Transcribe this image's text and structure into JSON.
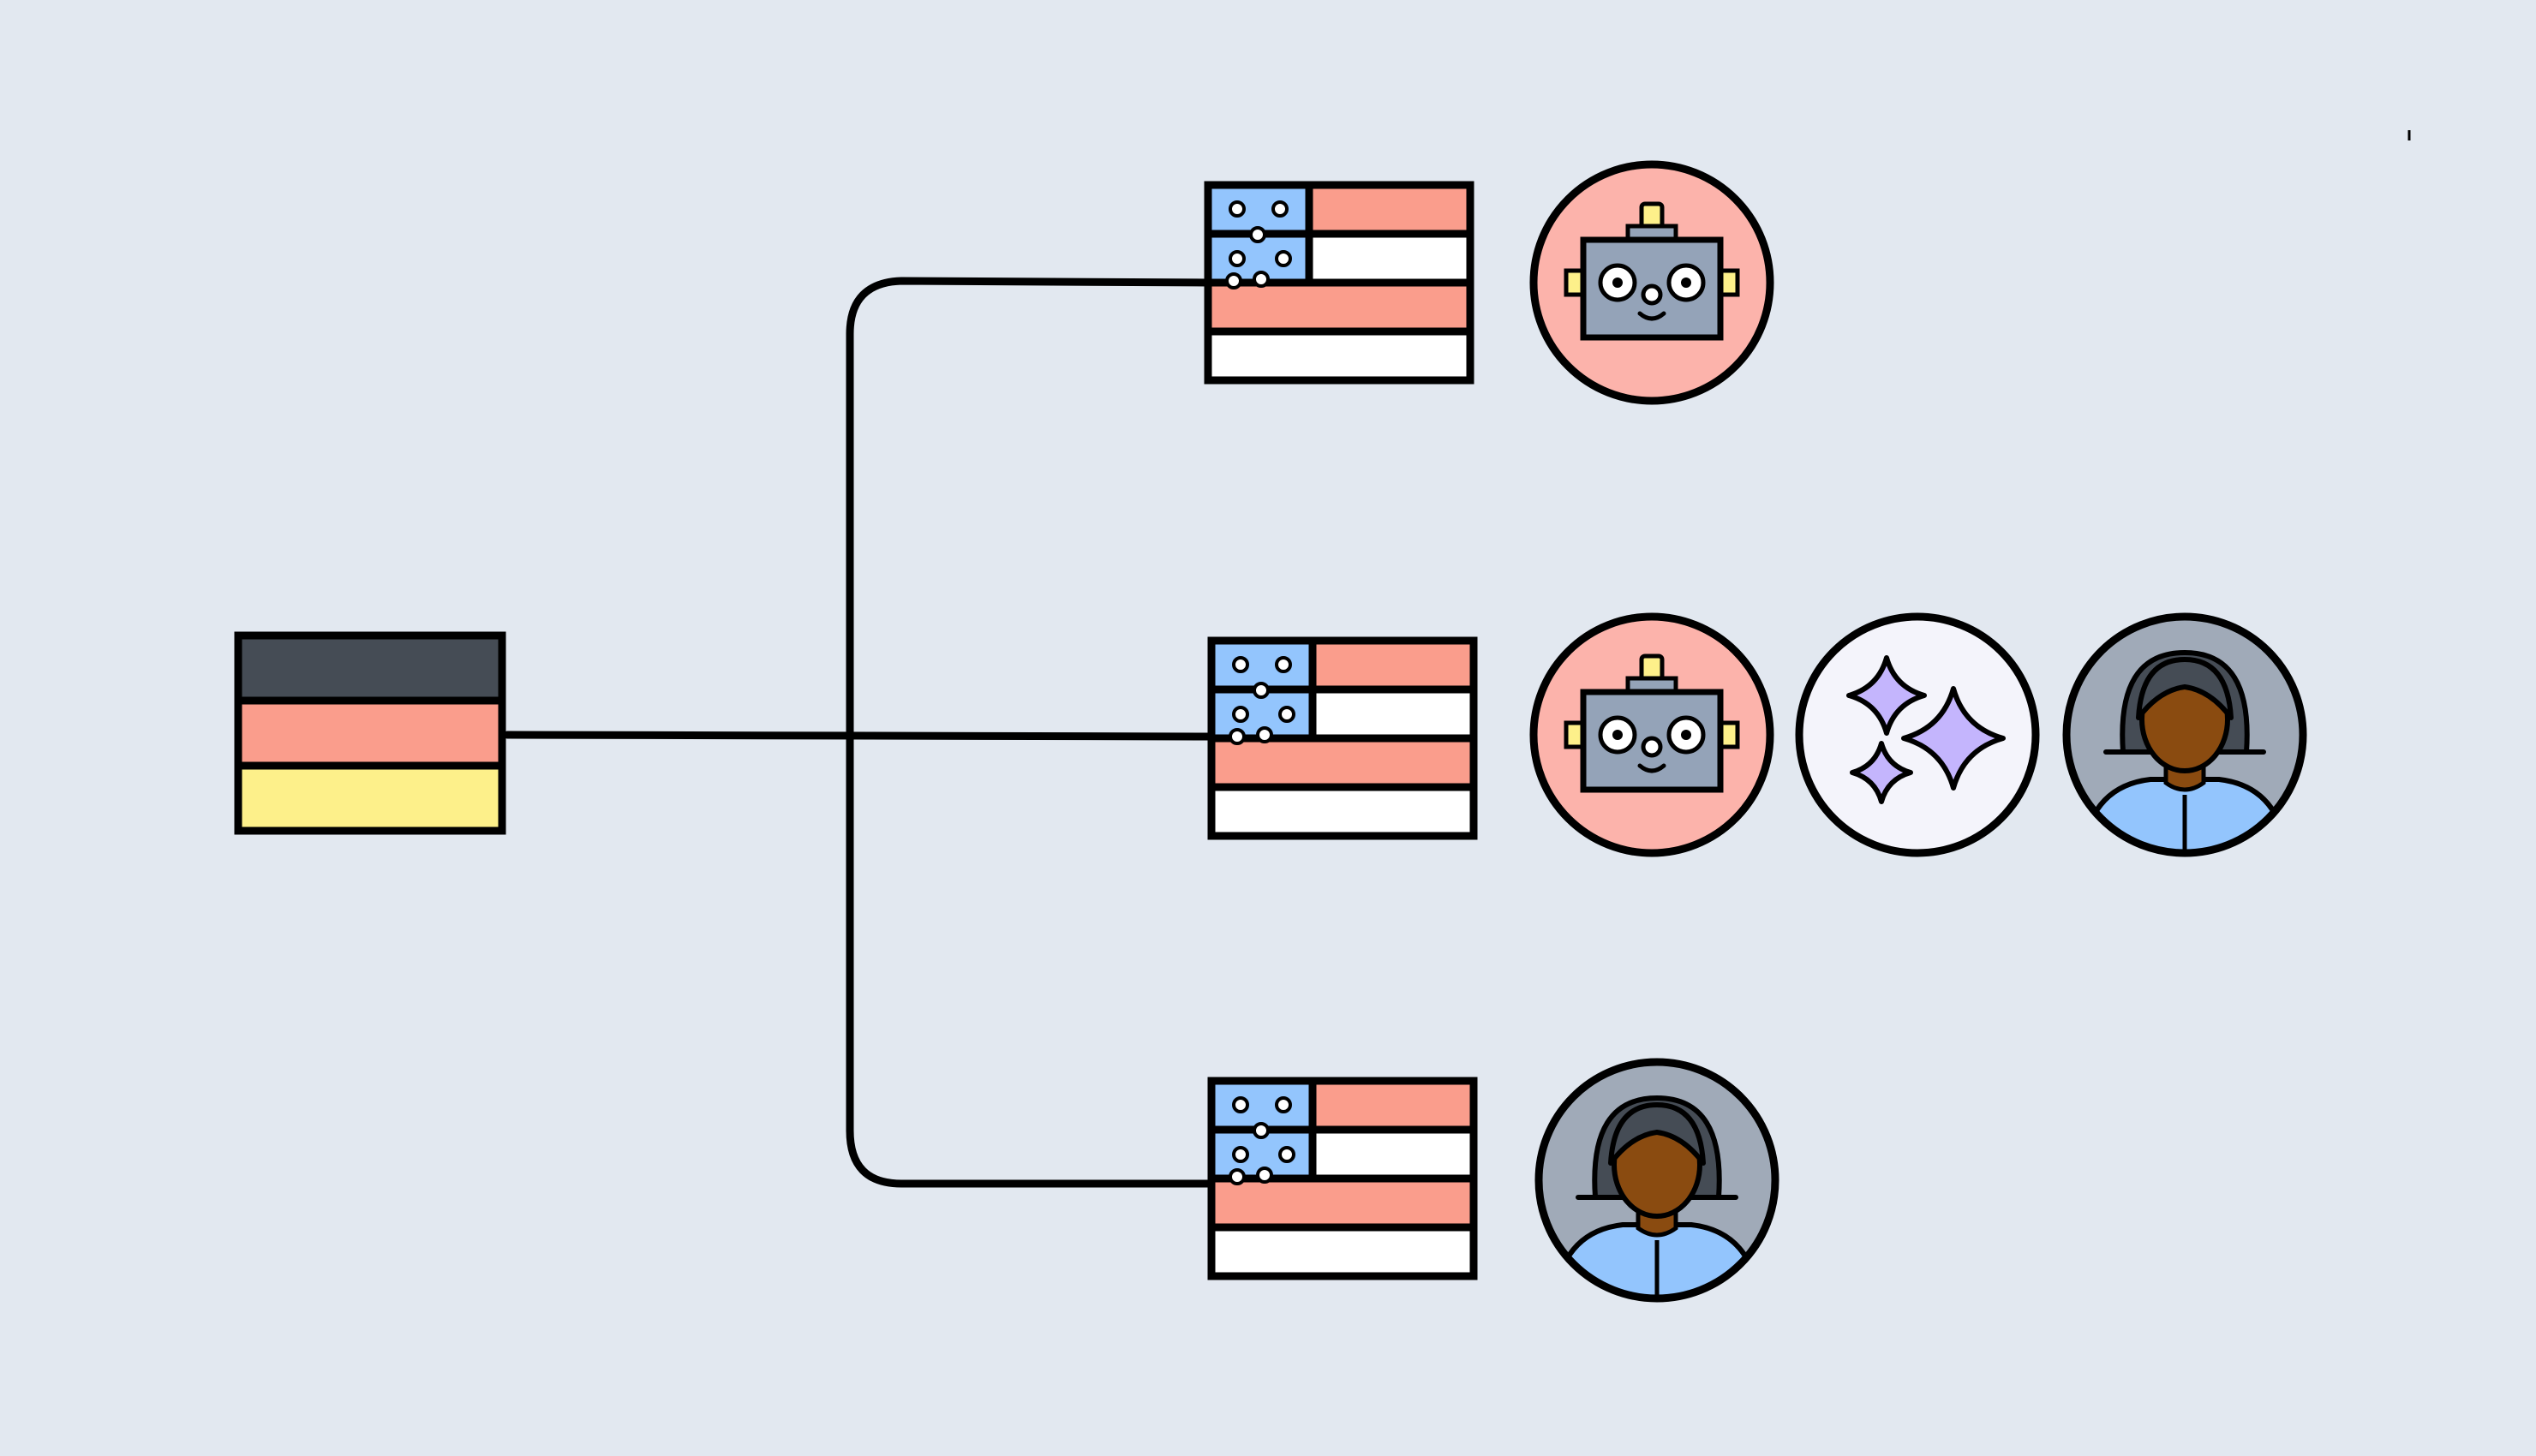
{
  "diagram": {
    "background": "#e2e8f0",
    "stroke": "#000000",
    "source": {
      "flag": "germany-flag"
    },
    "branches": [
      {
        "flag": "usa-flag",
        "avatars": [
          "robot-icon"
        ]
      },
      {
        "flag": "usa-flag",
        "avatars": [
          "robot-icon",
          "sparkles-icon",
          "person-icon"
        ]
      },
      {
        "flag": "usa-flag",
        "avatars": [
          "person-icon"
        ]
      }
    ]
  },
  "colors": {
    "germany_black": "#454c55",
    "germany_red": "#fa9d8c",
    "germany_gold": "#fdf08a",
    "usa_red": "#fa9d8c",
    "usa_white": "#ffffff",
    "usa_canton": "#93c5fd",
    "robot_bg": "#fcb3ab",
    "robot_body": "#94a3b8",
    "robot_antenna": "#fdf08a",
    "sparkle_bg": "#f4f4fb",
    "sparkle_fill": "#c4b5fd",
    "person_bg": "#a0aab8",
    "person_hair": "#454c55",
    "person_skin": "#8a4b10",
    "person_shirt": "#93c5fd"
  }
}
